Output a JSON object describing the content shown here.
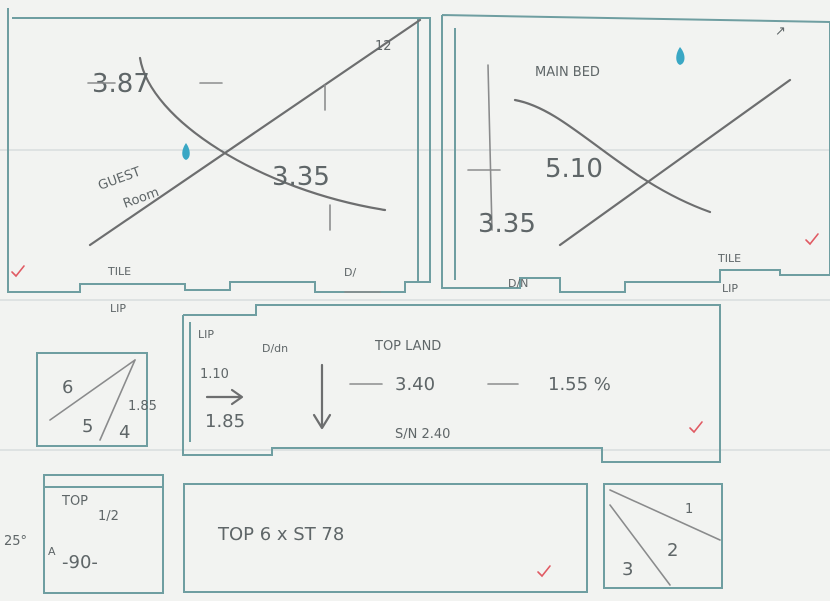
{
  "guest_room": {
    "label": "GUEST",
    "label_line2": "Room",
    "width": "3.87",
    "length": "3.35",
    "corner_number": "12"
  },
  "main_bed": {
    "label": "MAIN BED",
    "width": "5.10",
    "length": "3.35",
    "corner_mark": "↗"
  },
  "thresholds": {
    "tile_lip_left": "TILE",
    "tile_lip_left_2": "LIP",
    "tile_lip_right": "TILE",
    "tile_lip_right_2": "LIP",
    "door_mark_left": "D/",
    "door_mark_right": "D/N"
  },
  "landing": {
    "title": "TOP LAND",
    "length": "3.40",
    "fall": "1.55 %",
    "step_down": "S/N 2.40",
    "lip_note": "LIP",
    "left_value_1": "1.10",
    "left_value_2": "1.85",
    "door_note": "D/dn"
  },
  "winder_left": {
    "steps": [
      "6",
      "5",
      "4"
    ],
    "width": "1.85"
  },
  "stair_top": {
    "label": "TOP",
    "fraction": "1/2",
    "angle": "25°",
    "angle_suffix": "A",
    "value": "-90-"
  },
  "stair_run": {
    "text": "TOP  6 x ST  78"
  },
  "winder_right": {
    "steps": [
      "1",
      "2",
      "3"
    ]
  },
  "colors": {
    "outline": "#6f9ea1",
    "pencil": "#6d6e6f",
    "water_drop": "#3aa7c4",
    "check_tick": "#e05a63"
  }
}
